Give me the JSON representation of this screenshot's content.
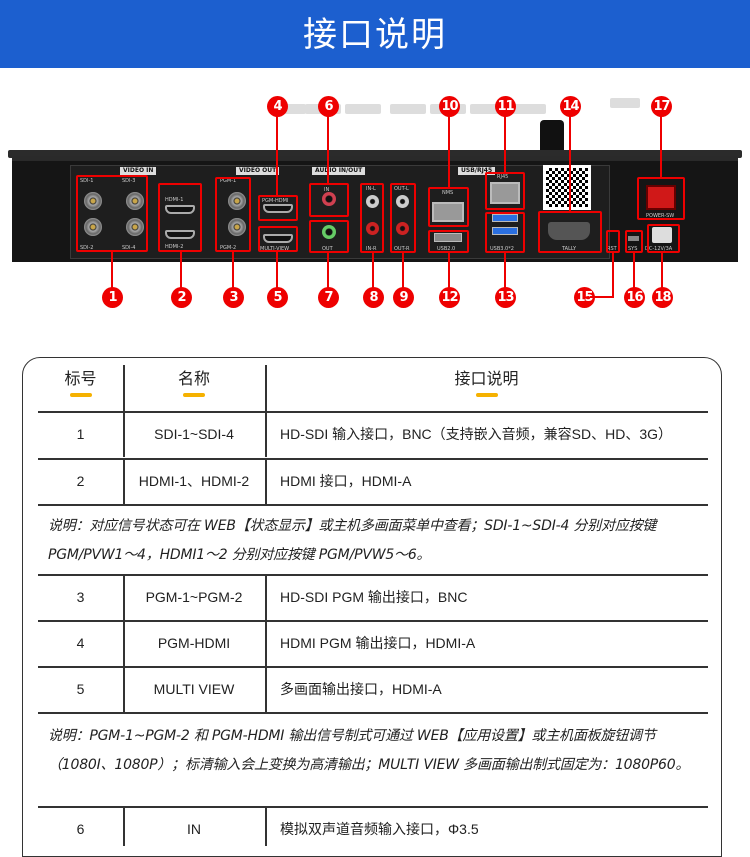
{
  "header": {
    "title": "接口说明"
  },
  "device": {
    "sections": {
      "video_in": "VIDEO IN",
      "video_out": "VIDEO OUT",
      "audio": "AUDIO IN/OUT",
      "usb_rj45": "USB/RJ45"
    },
    "ports": {
      "sdi1": "SDI-1",
      "sdi3": "SDI-3",
      "sdi2": "SDI-2",
      "sdi4": "SDI-4",
      "hdmi1": "HDMI-1",
      "hdmi2": "HDMI-2",
      "pgm1": "PGM-1",
      "pgm2": "PGM-2",
      "pgm_hdmi": "PGM-HDMI",
      "multi_view": "MULTI-VIEW",
      "in": "IN",
      "out": "OUT",
      "in_l": "IN-L",
      "in_r": "IN-R",
      "out_l": "OUT-L",
      "out_r": "OUT-R",
      "nms": "NMS",
      "rj45": "RJ45",
      "usb2": "USB2.0",
      "usb3": "USB3.0*2",
      "tally": "TALLY",
      "rst": "RST",
      "sys": "SYS",
      "dc": "DC-12V/3A",
      "power": "POWER-SW"
    },
    "callouts": [
      "1",
      "2",
      "3",
      "4",
      "5",
      "6",
      "7",
      "8",
      "9",
      "10",
      "11",
      "12",
      "13",
      "14",
      "15",
      "16",
      "17",
      "18"
    ]
  },
  "table": {
    "headers": [
      "标号",
      "名称",
      "接口说明"
    ],
    "rows": [
      {
        "no": "1",
        "name": "SDI-1~SDI-4",
        "desc": "HD-SDI 输入接口，BNC（支持嵌入音频，兼容SD、HD、3G）"
      },
      {
        "no": "2",
        "name": "HDMI-1、HDMI-2",
        "desc": "HDMI 接口，HDMI-A"
      },
      {
        "no": "3",
        "name": "PGM-1~PGM-2",
        "desc": "HD-SDI PGM 输出接口，BNC"
      },
      {
        "no": "4",
        "name": "PGM-HDMI",
        "desc": "HDMI PGM 输出接口，HDMI-A"
      },
      {
        "no": "5",
        "name": "MULTI VIEW",
        "desc": "多画面输出接口，HDMI-A"
      },
      {
        "no": "6",
        "name": "IN",
        "desc": "模拟双声道音频输入接口，Φ3.5"
      }
    ],
    "notes": [
      "说明：对应信号状态可在 WEB【状态显示】或主机多画面菜单中查看；SDI-1~SDI-4 分别对应按键 PGM/PVW1～4，HDMI1～2 分别对应按键 PGM/PVW5～6。",
      "说明：PGM-1~PGM-2 和 PGM-HDMI 输出信号制式可通过 WEB【应用设置】或主机面板旋钮调节（1080I、1080P）；标清输入会上变换为高清输出；MULTI VIEW 多画面输出制式固定为：1080P60。"
    ]
  }
}
